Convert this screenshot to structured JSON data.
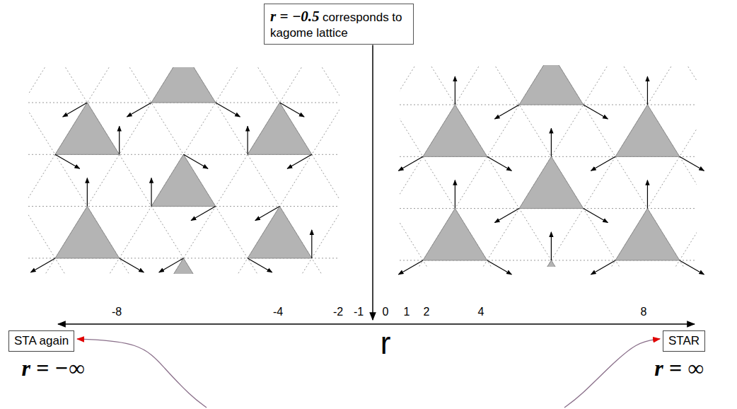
{
  "diagram": {
    "nodes": [
      {
        "text": [
          "r = −0.5",
          "corresponds to kagome lattice"
        ]
      },
      {
        "text": [
          "STA again"
        ]
      },
      {
        "text": [
          "STAR"
        ]
      }
    ],
    "labels": [
      "-8",
      "-4",
      "-2",
      "-1",
      "0",
      "1",
      "2",
      "4",
      "8",
      "r",
      "r = −∞",
      "r = ∞"
    ]
  }
}
